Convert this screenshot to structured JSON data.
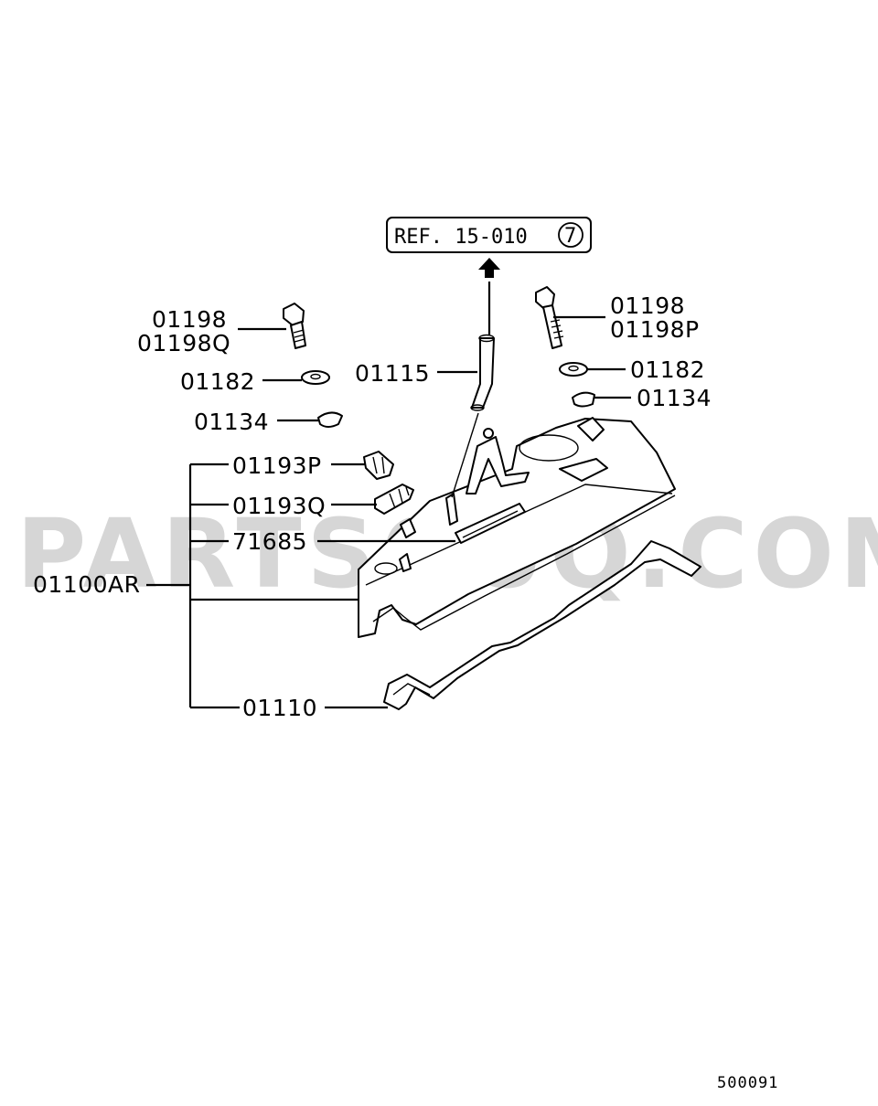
{
  "reference": {
    "text": "REF. 15-010",
    "circled_number": "7"
  },
  "watermark": "PARTSOUQ.COM",
  "diagram_code": "500091",
  "labels": {
    "bolt_left_1": "01198",
    "bolt_left_2": "01198Q",
    "washer_left": "01182",
    "grommet_left": "01134",
    "hose": "01115",
    "bolt_right_1": "01198",
    "bolt_right_2": "01198P",
    "washer_right": "01182",
    "grommet_right": "01134",
    "clip_p": "01193P",
    "clip_q": "01193Q",
    "plate": "71685",
    "cover_assy": "01100AR",
    "gasket": "01110"
  }
}
